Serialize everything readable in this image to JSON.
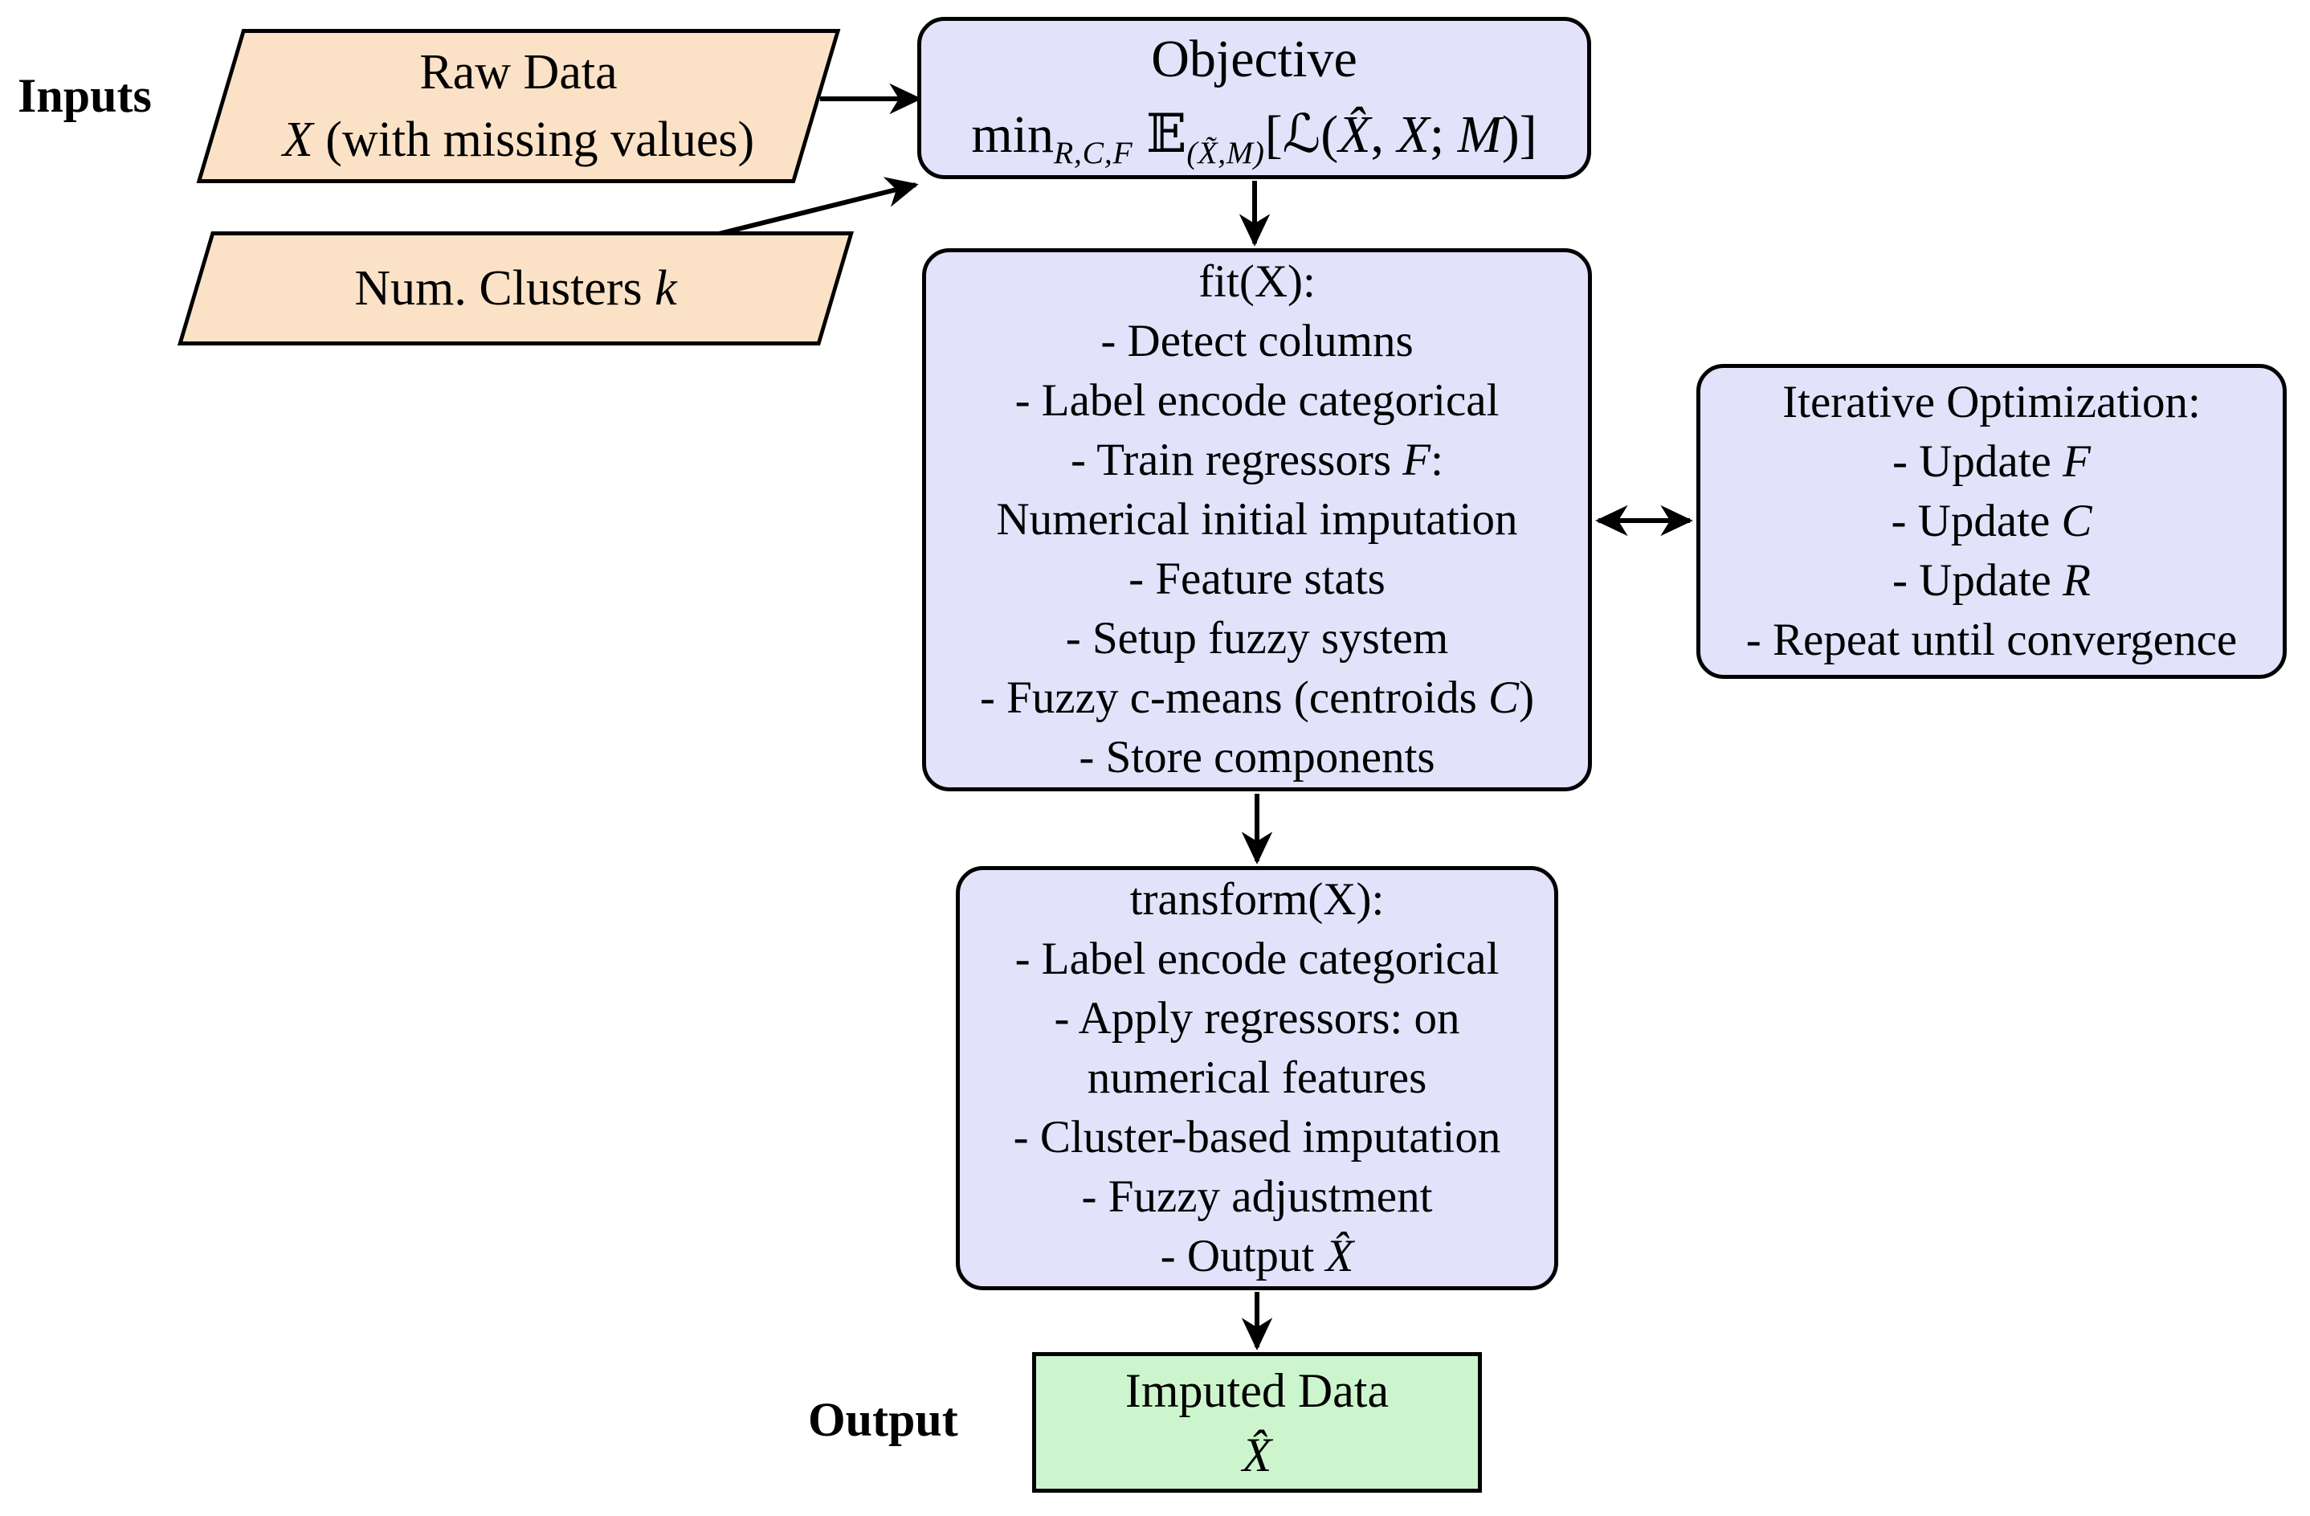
{
  "diagram": {
    "labels": {
      "inputs": "Inputs",
      "output": "Output"
    },
    "colors": {
      "process_fill": "#e2e2fb",
      "input_fill": "#fbe2c7",
      "output_fill": "#cdf5cd",
      "stroke": "#000000",
      "background": "#ffffff"
    },
    "nodes": {
      "raw_data": {
        "lines": [
          [
            {
              "s": "n",
              "t": "Raw Data"
            }
          ],
          [
            {
              "s": "m",
              "t": "X"
            },
            {
              "s": "n",
              "t": " (with missing values)"
            }
          ]
        ]
      },
      "num_clusters": {
        "lines": [
          [
            {
              "s": "n",
              "t": "Num. Clusters "
            },
            {
              "s": "m",
              "t": "k"
            }
          ]
        ]
      },
      "objective": {
        "lines": [
          [
            {
              "s": "n",
              "t": "Objective"
            }
          ],
          [
            {
              "s": "n",
              "t": "min"
            },
            {
              "s": "sub",
              "t": "R,C,F"
            },
            {
              "s": "n",
              "t": " 𝔼"
            },
            {
              "s": "sub",
              "t": "(X̃,M)"
            },
            {
              "s": "n",
              "t": "[ℒ("
            },
            {
              "s": "m",
              "t": "X̂"
            },
            {
              "s": "n",
              "t": ", "
            },
            {
              "s": "m",
              "t": "X"
            },
            {
              "s": "n",
              "t": "; "
            },
            {
              "s": "m",
              "t": "M"
            },
            {
              "s": "n",
              "t": ")]"
            }
          ]
        ]
      },
      "fit": {
        "lines": [
          [
            {
              "s": "n",
              "t": "fit(X):"
            }
          ],
          [
            {
              "s": "n",
              "t": "- Detect columns"
            }
          ],
          [
            {
              "s": "n",
              "t": "- Label encode categorical"
            }
          ],
          [
            {
              "s": "n",
              "t": "- Train regressors "
            },
            {
              "s": "m",
              "t": "F"
            },
            {
              "s": "n",
              "t": ":"
            }
          ],
          [
            {
              "s": "n",
              "t": "Numerical initial imputation"
            }
          ],
          [
            {
              "s": "n",
              "t": "- Feature stats"
            }
          ],
          [
            {
              "s": "n",
              "t": "- Setup fuzzy system"
            }
          ],
          [
            {
              "s": "n",
              "t": "- Fuzzy c-means (centroids "
            },
            {
              "s": "m",
              "t": "C"
            },
            {
              "s": "n",
              "t": ")"
            }
          ],
          [
            {
              "s": "n",
              "t": "- Store components"
            }
          ]
        ]
      },
      "iterative": {
        "lines": [
          [
            {
              "s": "n",
              "t": "Iterative Optimization:"
            }
          ],
          [
            {
              "s": "n",
              "t": "- Update "
            },
            {
              "s": "m",
              "t": "F"
            }
          ],
          [
            {
              "s": "n",
              "t": "- Update "
            },
            {
              "s": "m",
              "t": "C"
            }
          ],
          [
            {
              "s": "n",
              "t": "- Update "
            },
            {
              "s": "m",
              "t": "R"
            }
          ],
          [
            {
              "s": "n",
              "t": "- Repeat until convergence"
            }
          ]
        ]
      },
      "transform": {
        "lines": [
          [
            {
              "s": "n",
              "t": "transform(X):"
            }
          ],
          [
            {
              "s": "n",
              "t": "- Label encode categorical"
            }
          ],
          [
            {
              "s": "n",
              "t": "- Apply regressors: on"
            }
          ],
          [
            {
              "s": "n",
              "t": "numerical features"
            }
          ],
          [
            {
              "s": "n",
              "t": "- Cluster-based imputation"
            }
          ],
          [
            {
              "s": "n",
              "t": "- Fuzzy adjustment"
            }
          ],
          [
            {
              "s": "n",
              "t": "- Output "
            },
            {
              "s": "m",
              "t": "X̂"
            }
          ]
        ]
      },
      "imputed": {
        "lines": [
          [
            {
              "s": "n",
              "t": "Imputed Data"
            }
          ],
          [
            {
              "s": "m",
              "t": "X̂"
            }
          ]
        ]
      }
    }
  }
}
